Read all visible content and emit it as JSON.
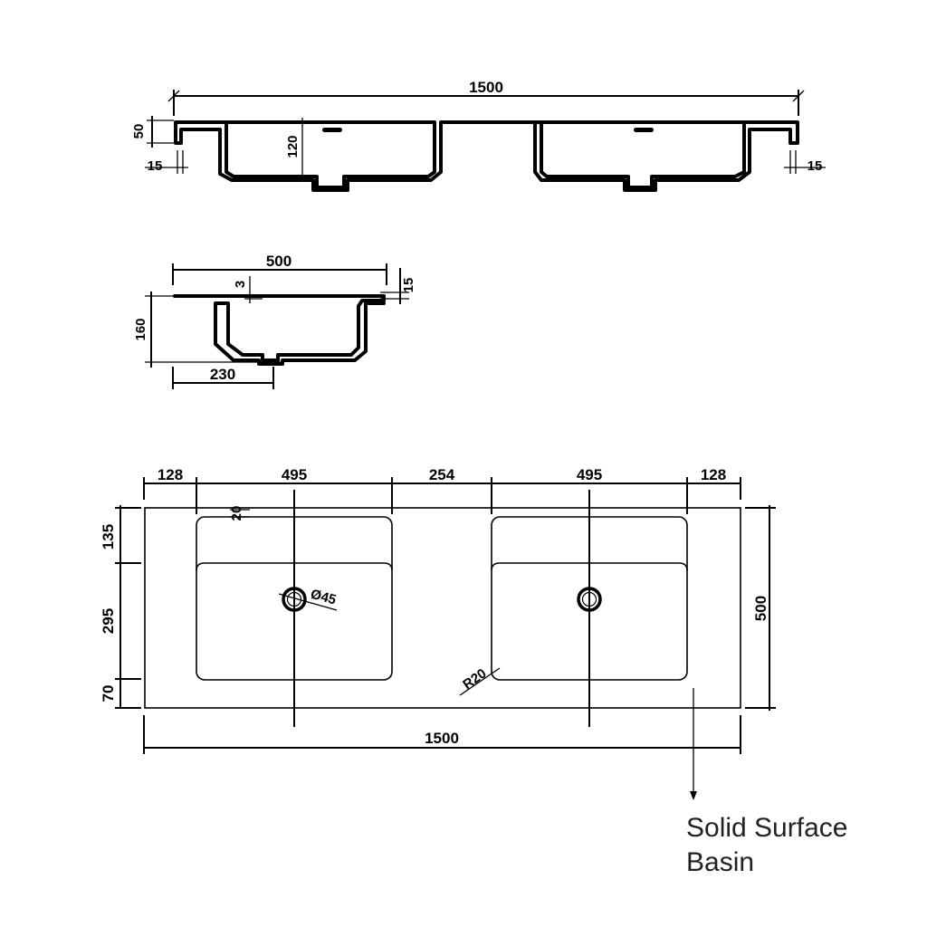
{
  "front_view": {
    "overall_width": "1500",
    "rim_height": "50",
    "rim_thickness_left": "15",
    "rim_thickness_right": "15",
    "bowl_depth": "120"
  },
  "side_view": {
    "depth": "500",
    "top_offset": "3",
    "rim_thickness": "15",
    "height": "160",
    "drain_offset": "230"
  },
  "plan_view": {
    "left_margin": "128",
    "basin_left_width": "495",
    "center_gap": "254",
    "basin_right_width": "495",
    "right_margin": "128",
    "top_step": "135",
    "basin_length": "295",
    "front_margin": "70",
    "inner_offset": "20",
    "drain_diameter": "Ø45",
    "corner_radius": "R20",
    "overall_depth": "500",
    "overall_width": "1500"
  },
  "caption": {
    "line1": "Solid Surface",
    "line2": "Basin"
  }
}
